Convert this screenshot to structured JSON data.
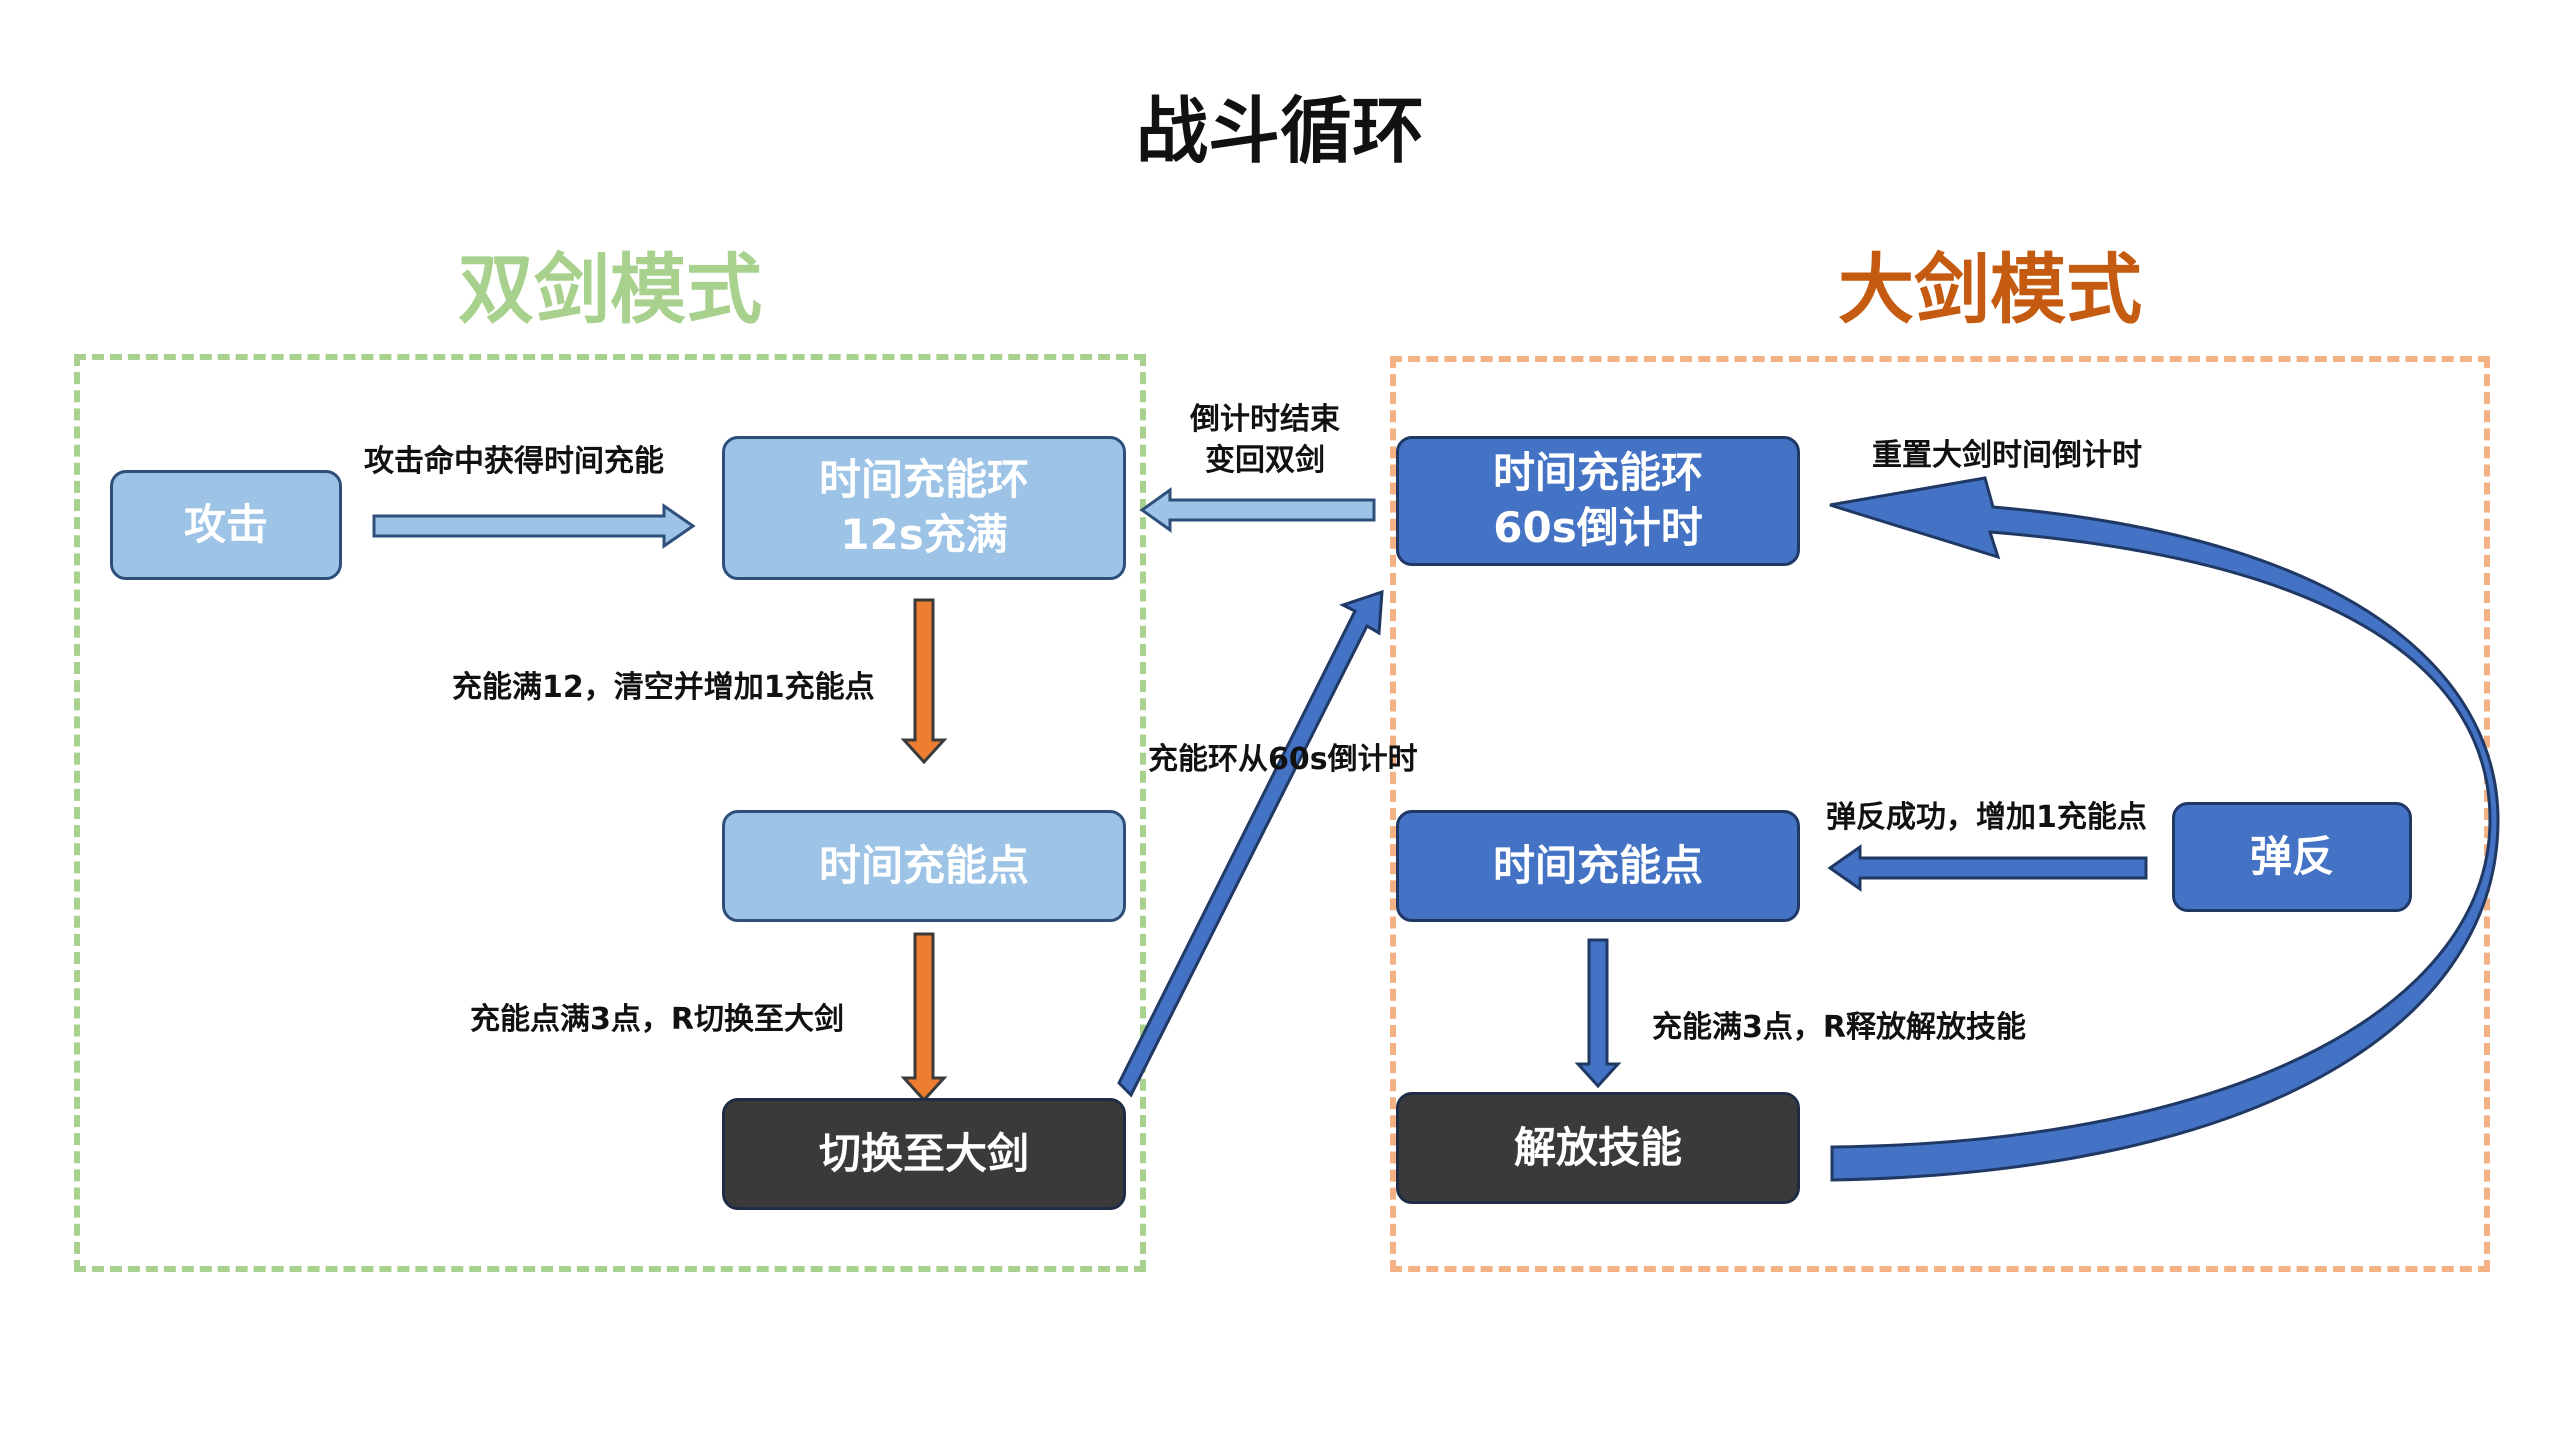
{
  "title": "战斗循环",
  "modes": {
    "left": "双剑模式",
    "right": "大剑模式"
  },
  "colors": {
    "left_mode": "#a9d18e",
    "right_mode": "#c55a11",
    "light_box": "#9dc3e6",
    "mid_box": "#4472c4",
    "dark_box": "#3a3a3a",
    "orange_arrow": "#ed7d31"
  },
  "left_nodes": {
    "attack": "攻击",
    "ring_line1": "时间充能环",
    "ring_line2": "12s充满",
    "point": "时间充能点",
    "switch": "切换至大剑"
  },
  "right_nodes": {
    "ring_line1": "时间充能环",
    "ring_line2": "60s倒计时",
    "point": "时间充能点",
    "parry": "弹反",
    "release": "解放技能"
  },
  "labels": {
    "attack_hit": "攻击命中获得时间充能",
    "ring_full": "充能满12，清空并增加1充能点",
    "points_full": "充能点满3点，R切换至大剑",
    "countdown_end_line1": "倒计时结束",
    "countdown_end_line2": "变回双剑",
    "ring_countdown": "充能环从60s倒计时",
    "reset_timer": "重置大剑时间倒计时",
    "parry_success": "弹反成功，增加1充能点",
    "release_skill": "充能满3点，R释放解放技能"
  }
}
